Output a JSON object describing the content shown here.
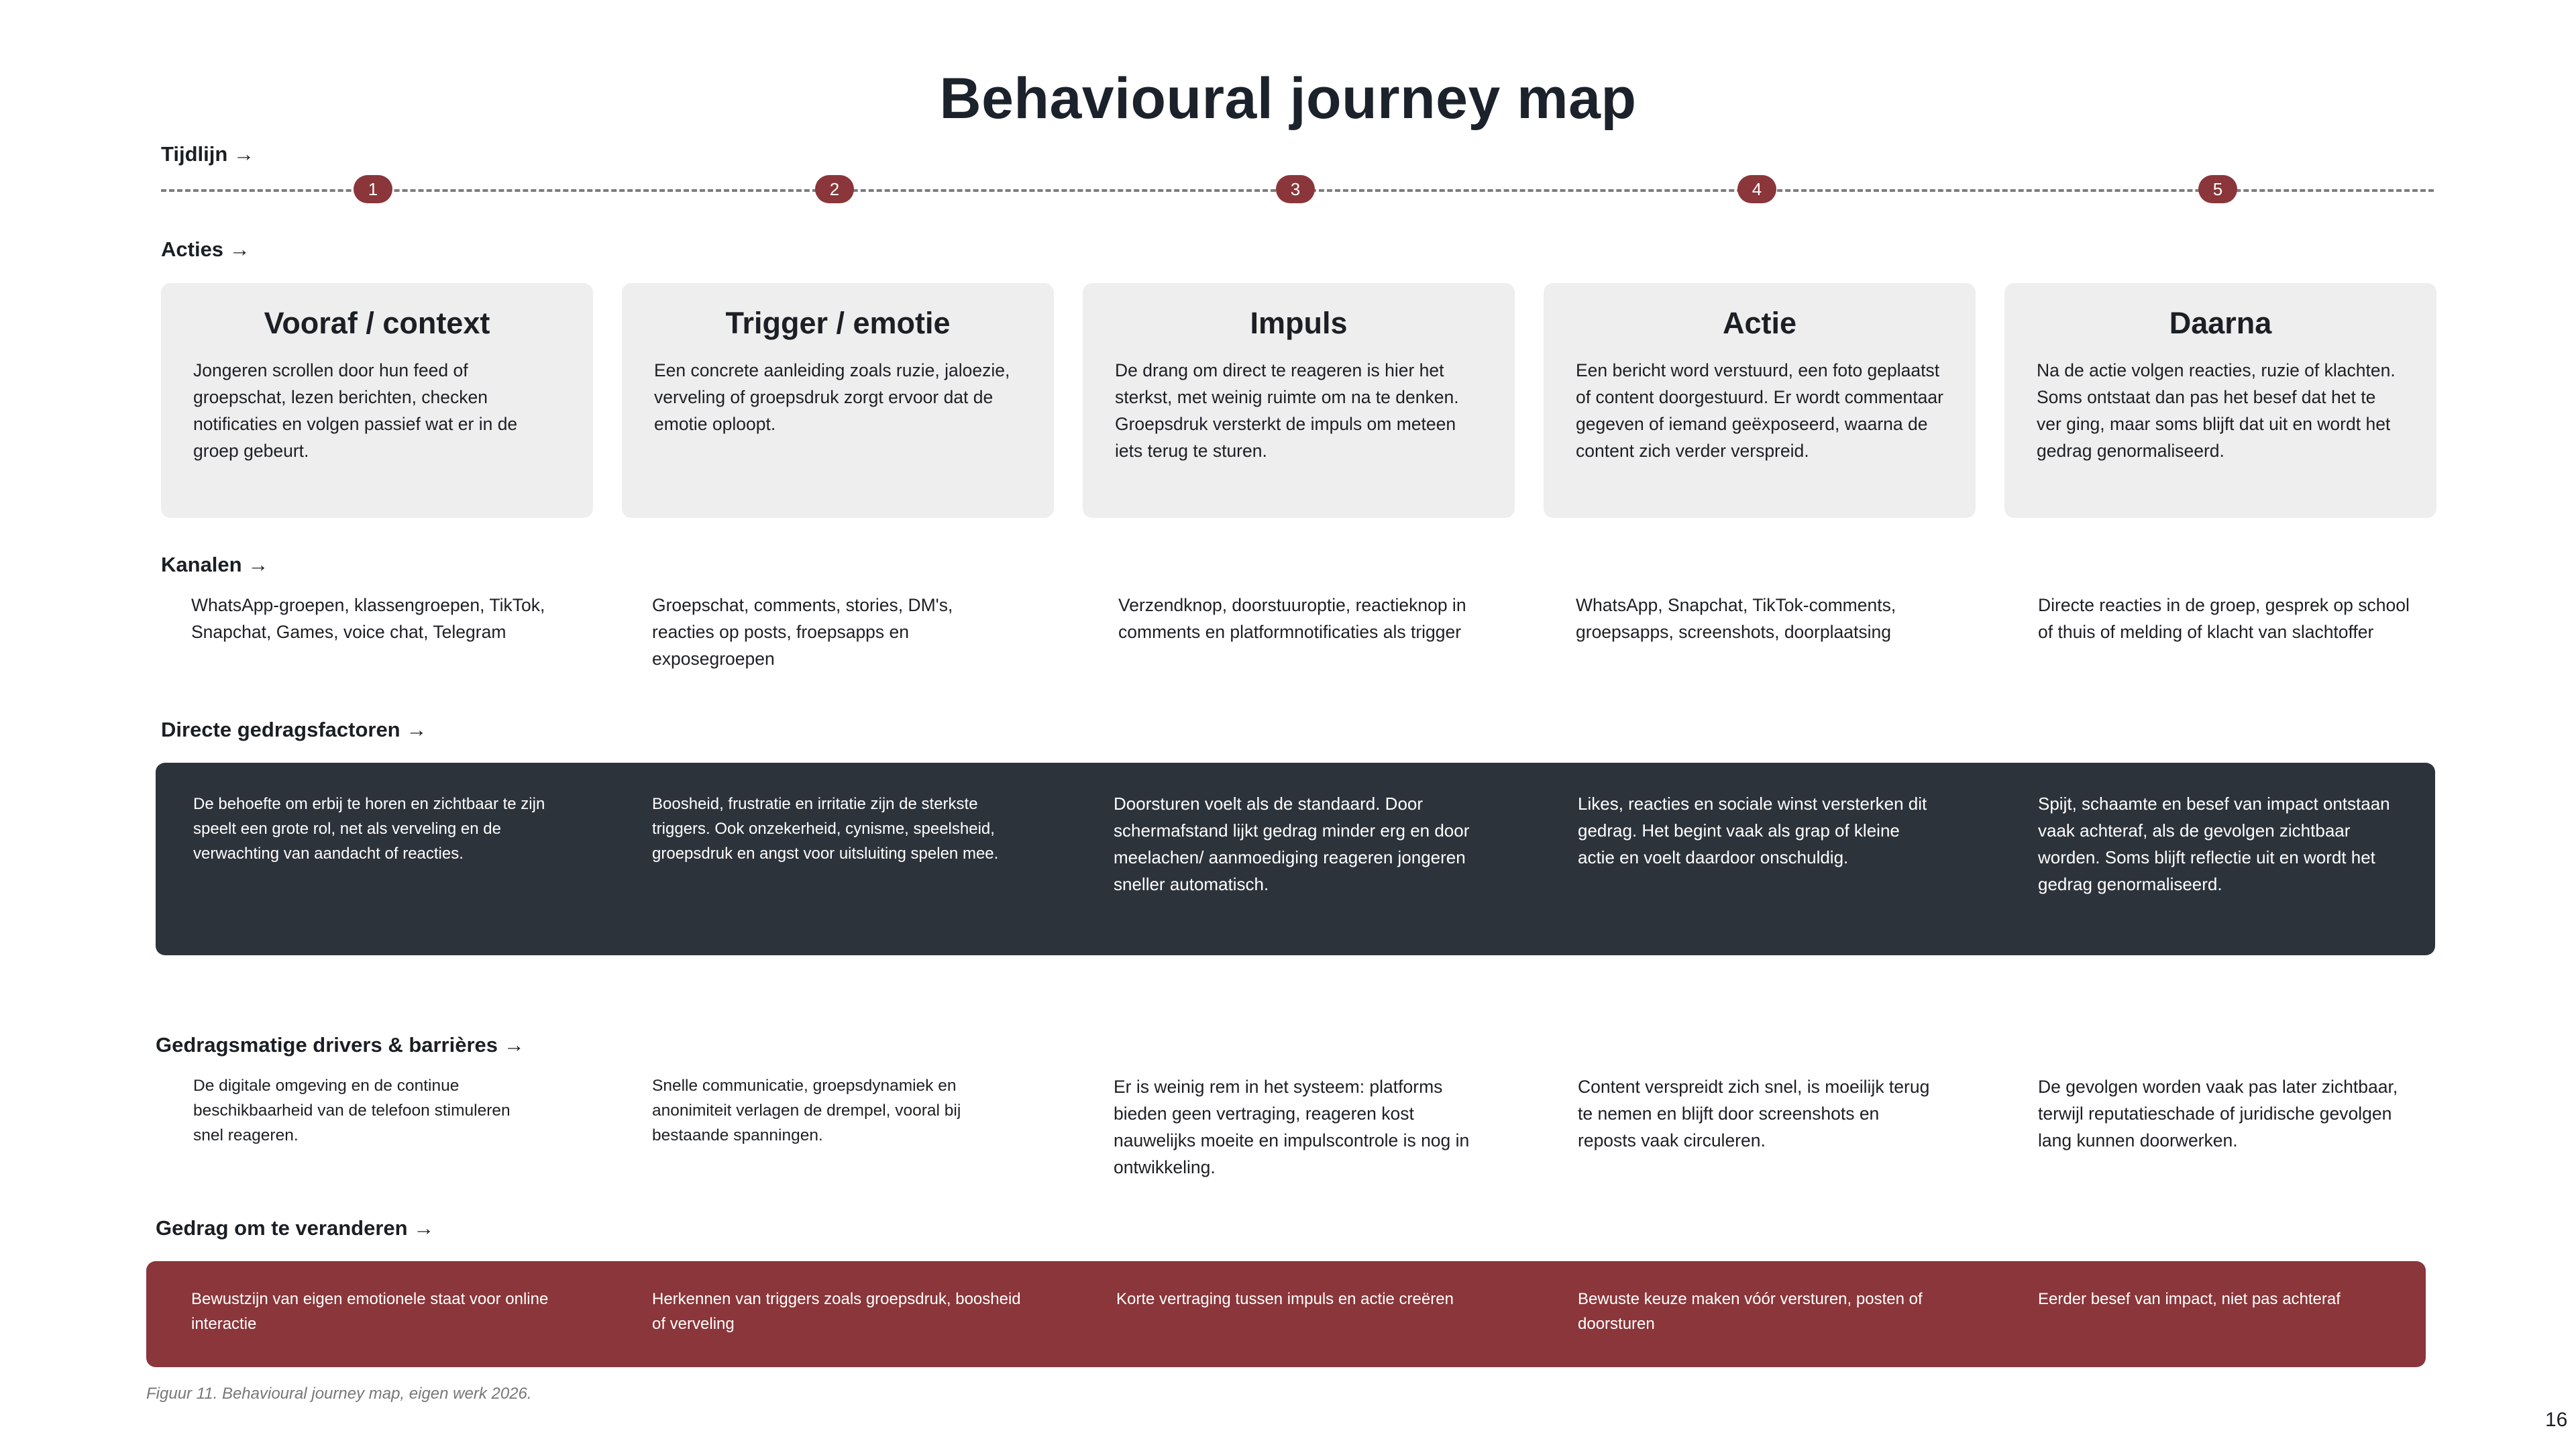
{
  "title": "Behavioural journey map",
  "labels": {
    "timeline": "Tijdlijn →",
    "actions": "Acties →",
    "channels": "Kanalen →",
    "direct_factors": "Directe gedragsfactoren →",
    "drivers": "Gedragsmatige drivers & barrières →",
    "behaviour": "Gedrag om te veranderen →"
  },
  "steps": [
    "1",
    "2",
    "3",
    "4",
    "5"
  ],
  "cards": [
    {
      "title": "Vooraf / context",
      "text": "Jongeren scrollen door hun feed of groepschat, lezen berichten, checken notificaties en volgen passief wat er in de groep gebeurt."
    },
    {
      "title": "Trigger / emotie",
      "text": "Een concrete aanleiding zoals ruzie, jaloezie, verveling of groepsdruk zorgt ervoor dat de emotie oploopt."
    },
    {
      "title": "Impuls",
      "text": "De drang om direct te reageren is hier het sterkst, met weinig ruimte om na te denken. Groepsdruk versterkt de impuls om meteen iets terug te sturen."
    },
    {
      "title": "Actie",
      "text": "Een bericht word verstuurd, een foto geplaatst of content doorgestuurd. Er wordt commentaar gegeven of iemand geëxposeerd, waarna de content zich verder verspreid."
    },
    {
      "title": "Daarna",
      "text": "Na de actie volgen reacties, ruzie of klachten. Soms ontstaat dan pas het besef dat het te ver ging, maar soms blijft dat uit en wordt het gedrag genormaliseerd."
    }
  ],
  "channels": [
    "WhatsApp-groepen, klassengroepen, TikTok, Snapchat, Games, voice chat, Telegram",
    "Groepschat, comments, stories, DM's, reacties op posts, froepsapps en exposegroepen",
    "Verzendknop, doorstuuroptie, reactieknop in comments en platformnotificaties als trigger",
    "WhatsApp, Snapchat, TikTok-comments, groepsapps, screenshots, doorplaatsing",
    "Directe reacties in de groep, gesprek op school of thuis of melding of klacht van slachtoffer"
  ],
  "direct_factors": [
    "De behoefte om erbij te horen en zichtbaar te zijn speelt een grote rol, net als verveling en de verwachting van aandacht of reacties.",
    "Boosheid, frustratie en irritatie zijn de sterkste triggers. Ook onzekerheid, cynisme, speelsheid, groepsdruk en angst voor uitsluiting spelen mee.",
    "Doorsturen voelt als de standaard. Door schermafstand lijkt gedrag minder erg en door meelachen/ aanmoediging reageren jongeren sneller automatisch.",
    "Likes, reacties en sociale winst versterken dit gedrag. Het begint vaak als grap of kleine actie en voelt daardoor onschuldig.",
    "Spijt, schaamte en besef van impact ontstaan vaak achteraf, als de gevolgen zichtbaar worden. Soms blijft reflectie uit en wordt het gedrag genormaliseerd."
  ],
  "drivers": [
    "De digitale omgeving en de continue beschikbaarheid van de telefoon stimuleren snel reageren.",
    "Snelle communicatie, groepsdynamiek en anonimiteit verlagen de drempel, vooral bij bestaande spanningen.",
    "Er is weinig rem in het systeem: platforms bieden geen vertraging, reageren kost nauwelijks moeite en impulscontrole is nog in ontwikkeling.",
    "Content verspreidt zich snel, is moeilijk terug te nemen en blijft door screenshots en reposts vaak circuleren.",
    "De gevolgen worden vaak pas later zichtbaar, terwijl reputatieschade of juridische gevolgen lang kunnen doorwerken."
  ],
  "behaviour": [
    "Bewustzijn van eigen emotionele staat voor online interactie",
    "Herkennen van triggers zoals groepsdruk, boosheid of verveling",
    "Korte vertraging tussen impuls en actie creëren",
    "Bewuste keuze maken vóór versturen, posten of doorsturen",
    "Eerder besef van impact, niet pas achteraf"
  ],
  "caption": "Figuur 11. Behavioural journey map, eigen werk 2026.",
  "page_number": "16",
  "colors": {
    "accent_red": "#8a363a",
    "dark_band": "#2d333b",
    "card_bg": "#eeeeee"
  }
}
